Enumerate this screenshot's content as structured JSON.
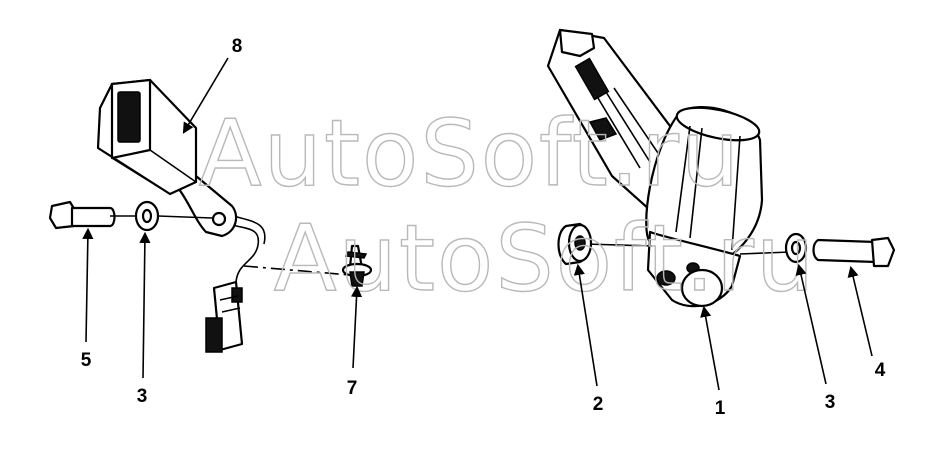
{
  "watermark": "AutoSoft.ru",
  "callouts": {
    "c1": "1",
    "c2": "2",
    "c3a": "3",
    "c3b": "3",
    "c4": "4",
    "c5": "5",
    "c7": "7",
    "c8": "8"
  }
}
